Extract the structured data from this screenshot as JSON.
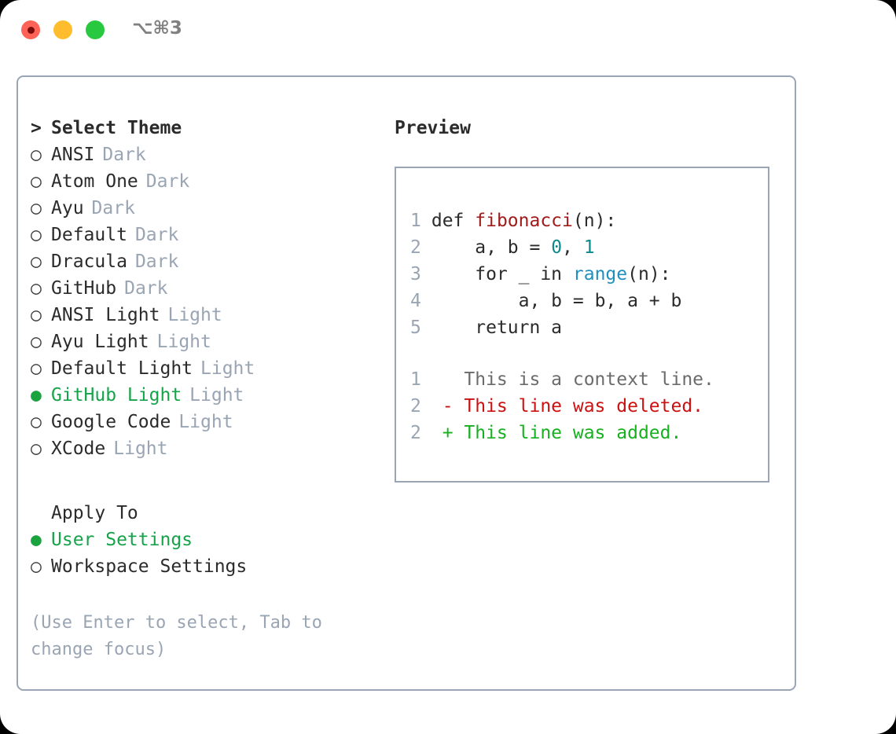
{
  "window": {
    "shortcut": "⌥⌘3",
    "traffic_lights": [
      "close-button",
      "minimize-button",
      "zoom-button"
    ]
  },
  "theme_picker": {
    "heading_marker": ">",
    "heading": "Select Theme",
    "bullet_selected": "●",
    "bullet_unselected": "○",
    "items": [
      {
        "name": "ANSI",
        "tag": "Dark",
        "selected": false
      },
      {
        "name": "Atom One",
        "tag": "Dark",
        "selected": false
      },
      {
        "name": "Ayu",
        "tag": "Dark",
        "selected": false
      },
      {
        "name": "Default",
        "tag": "Dark",
        "selected": false
      },
      {
        "name": "Dracula",
        "tag": "Dark",
        "selected": false
      },
      {
        "name": "GitHub",
        "tag": "Dark",
        "selected": false
      },
      {
        "name": "ANSI Light",
        "tag": "Light",
        "selected": false
      },
      {
        "name": "Ayu Light",
        "tag": "Light",
        "selected": false
      },
      {
        "name": "Default Light",
        "tag": "Light",
        "selected": false
      },
      {
        "name": "GitHub Light",
        "tag": "Light",
        "selected": true
      },
      {
        "name": "Google Code",
        "tag": "Light",
        "selected": false
      },
      {
        "name": "XCode",
        "tag": "Light",
        "selected": false
      }
    ]
  },
  "apply_to": {
    "heading": "Apply To",
    "options": [
      {
        "name": "User Settings",
        "selected": true
      },
      {
        "name": "Workspace Settings",
        "selected": false
      }
    ]
  },
  "hint": "(Use Enter to select, Tab to change focus)",
  "preview": {
    "title": "Preview",
    "code_lines": [
      {
        "n": "1",
        "tokens": [
          {
            "t": "def ",
            "c": "tok-def"
          },
          {
            "t": "fibonacci",
            "c": "tok-fn"
          },
          {
            "t": "(n):",
            "c": "tok-plain"
          }
        ]
      },
      {
        "n": "2",
        "tokens": [
          {
            "t": "    a, b = ",
            "c": "tok-plain"
          },
          {
            "t": "0",
            "c": "tok-num"
          },
          {
            "t": ", ",
            "c": "tok-plain"
          },
          {
            "t": "1",
            "c": "tok-num"
          }
        ]
      },
      {
        "n": "3",
        "tokens": [
          {
            "t": "    for _ in ",
            "c": "tok-plain"
          },
          {
            "t": "range",
            "c": "tok-builtin"
          },
          {
            "t": "(n):",
            "c": "tok-plain"
          }
        ]
      },
      {
        "n": "4",
        "tokens": [
          {
            "t": "        a, b = b, a + b",
            "c": "tok-plain"
          }
        ]
      },
      {
        "n": "5",
        "tokens": [
          {
            "t": "    return a",
            "c": "tok-plain"
          }
        ]
      }
    ],
    "diff_lines": [
      {
        "n": "1",
        "marker": " ",
        "text": "This is a context line.",
        "kind": "d-context"
      },
      {
        "n": "2",
        "marker": "-",
        "text": "This line was deleted.",
        "kind": "d-del"
      },
      {
        "n": "2",
        "marker": "+",
        "text": "This line was added.",
        "kind": "d-add"
      }
    ]
  },
  "colors": {
    "accent_green": "#16a34a",
    "border": "#9aa5b5",
    "muted": "#9aa5b4",
    "diff_add": "#16b020",
    "diff_del": "#cc1111",
    "fn_red": "#a01b1b",
    "num_teal": "#0d8a8a",
    "builtin_blue": "#1f8fc0"
  }
}
